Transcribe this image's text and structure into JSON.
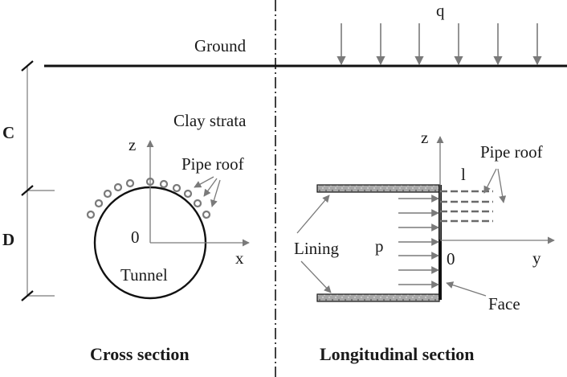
{
  "labels": {
    "load": "q",
    "ground": "Ground",
    "strata": "Clay strata",
    "cover_depth": "C",
    "tunnel_diameter": "D",
    "axis_z_left": "z",
    "axis_x": "x",
    "origin_left": "0",
    "pipe_roof_left": "Pipe roof",
    "tunnel": "Tunnel",
    "axis_z_right": "z",
    "pipe_roof_right": "Pipe roof",
    "length": "l",
    "lining": "Lining",
    "pressure": "p",
    "origin_right": "0",
    "axis_y": "y",
    "face": "Face"
  },
  "captions": {
    "cross_section": "Cross section",
    "longitudinal_section": "Longitudinal section"
  },
  "colors": {
    "line": "#111111",
    "grey": "#7a7a7a",
    "lining_fill": "#9a9a9a"
  }
}
